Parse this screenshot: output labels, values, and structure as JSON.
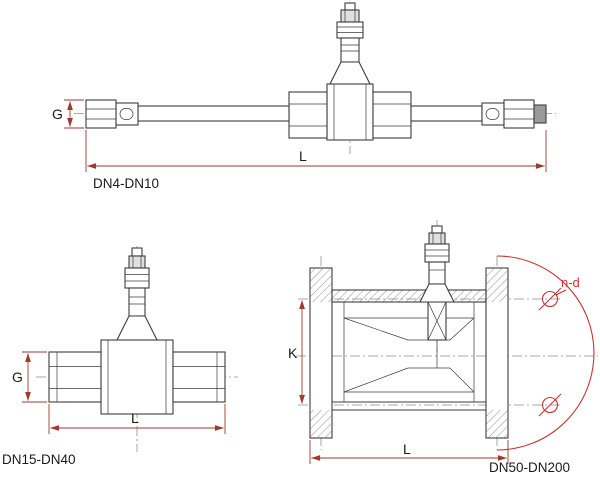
{
  "colors": {
    "background": "#ffffff",
    "line": "#3c3c3c",
    "dimension": "#9e3a32",
    "accent_red": "#cc3333",
    "centerline": "#8f8f8f"
  },
  "drawings": {
    "top": {
      "caption": "DN4-DN10",
      "dim_g": "G",
      "dim_l": "L"
    },
    "bottom_left": {
      "caption": "DN15-DN40",
      "dim_g": "G",
      "dim_l": "L"
    },
    "bottom_right": {
      "caption": "DN50-DN200",
      "dim_k": "K",
      "dim_l": "L",
      "bolt_holes_note": "n-d"
    }
  }
}
